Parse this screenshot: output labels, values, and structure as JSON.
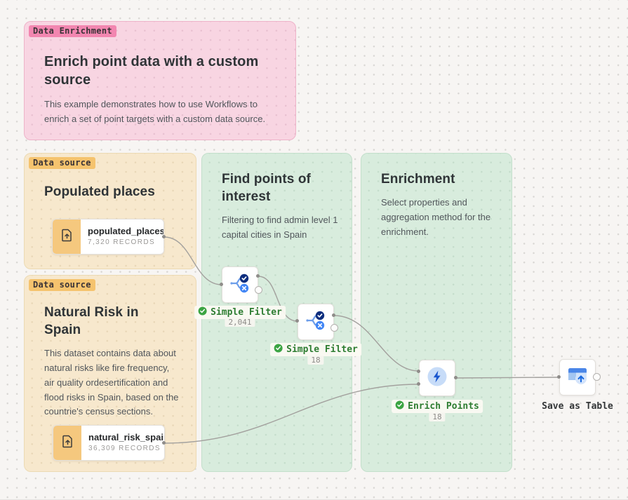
{
  "groups": {
    "data_enrichment": {
      "badge": "Data Enrichment",
      "title": "Enrich point data with a custom source",
      "description": "This example demonstrates how to use Workflows to enrich a set of point targets with a custom data source."
    },
    "populated_places_group": {
      "badge": "Data source",
      "title": "Populated places"
    },
    "natural_risk_group": {
      "badge": "Data source",
      "title": "Natural Risk in Spain",
      "description": "This dataset contains data about natural risks like fire frequency, air quality ordesertification and flood risks in Spain, based on the countrie's census sections."
    },
    "find_poi_group": {
      "title": "Find points of interest",
      "description": "Filtering to find admin level 1 capital cities in Spain"
    },
    "enrichment_group": {
      "title": "Enrichment",
      "description": "Select properties and aggregation method for the enrichment."
    }
  },
  "source_nodes": {
    "populated_places": {
      "name": "populated_places",
      "records": "7,320 RECORDS",
      "icon": "file-upload-icon"
    },
    "natural_risk_spain": {
      "name": "natural_risk_spain",
      "records": "36,309 RECORDS",
      "icon": "file-upload-icon"
    }
  },
  "step_nodes": {
    "simple_filter_1": {
      "label": "Simple Filter",
      "count": "2,041",
      "status_icon": "check-circle-icon",
      "icon": "filter-branch-icon"
    },
    "simple_filter_2": {
      "label": "Simple Filter",
      "count": "18",
      "status_icon": "check-circle-icon",
      "icon": "filter-branch-icon"
    },
    "enrich_points": {
      "label": "Enrich Points",
      "count": "18",
      "status_icon": "check-circle-icon",
      "icon": "lightning-icon"
    },
    "save_as_table": {
      "label": "Save as Table",
      "icon": "table-upload-icon"
    }
  },
  "colors": {
    "canvas_background": "#f7f5f3",
    "note_pink": "#f8d5e2",
    "note_pink_badge": "#f286b0",
    "note_amber": "#f7e8cd",
    "note_amber_badge": "#f5c36e",
    "note_green": "#d8ecdd",
    "status_success": "#3ba443",
    "label_green": "#2e7d32",
    "edge_gray": "#a3a19e",
    "icon_blue_dark": "#0d2e7e",
    "icon_blue": "#4286f5"
  }
}
